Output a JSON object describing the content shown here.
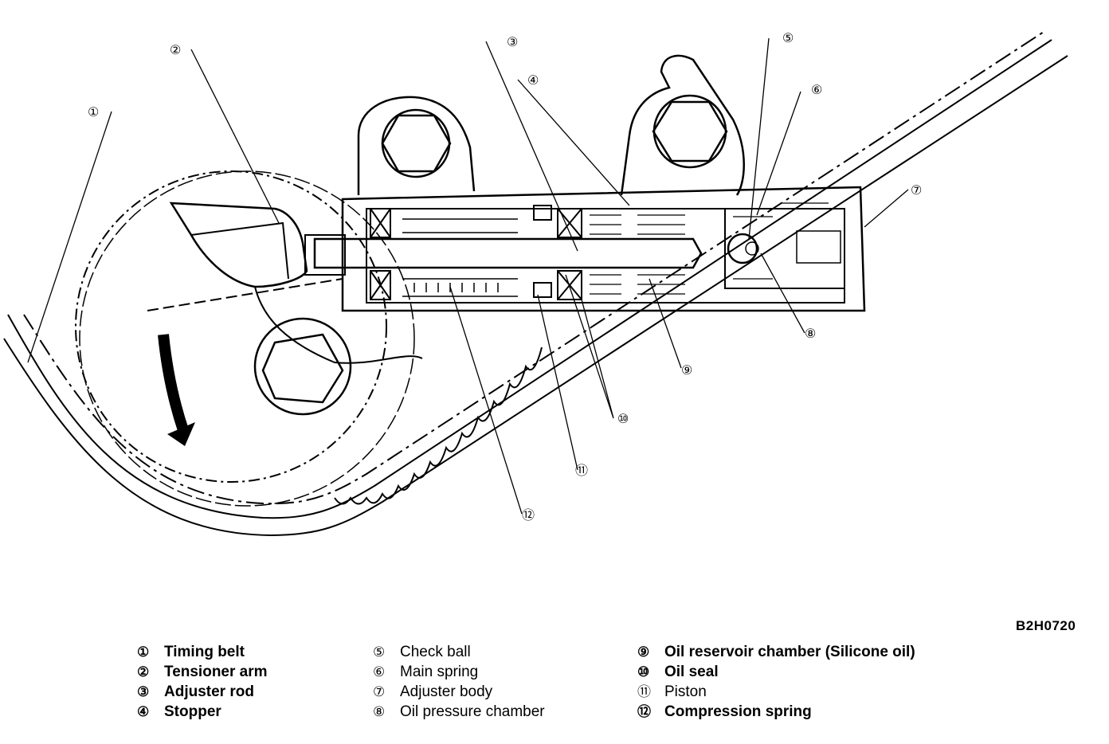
{
  "figure_code": "B2H0720",
  "callouts": [
    "①",
    "②",
    "③",
    "④",
    "⑤",
    "⑥",
    "⑦",
    "⑧",
    "⑨",
    "⑩",
    "⑪",
    "⑫"
  ],
  "legend": [
    {
      "num": "①",
      "label": "Timing belt"
    },
    {
      "num": "②",
      "label": "Tensioner arm"
    },
    {
      "num": "③",
      "label": "Adjuster rod"
    },
    {
      "num": "④",
      "label": "Stopper"
    },
    {
      "num": "⑤",
      "label": "Check ball"
    },
    {
      "num": "⑥",
      "label": "Main spring"
    },
    {
      "num": "⑦",
      "label": "Adjuster body"
    },
    {
      "num": "⑧",
      "label": "Oil pressure chamber"
    },
    {
      "num": "⑨",
      "label": "Oil reservoir chamber (Silicone oil)"
    },
    {
      "num": "⑩",
      "label": "Oil seal"
    },
    {
      "num": "⑪",
      "label": "Piston"
    },
    {
      "num": "⑫",
      "label": "Compression spring"
    }
  ]
}
